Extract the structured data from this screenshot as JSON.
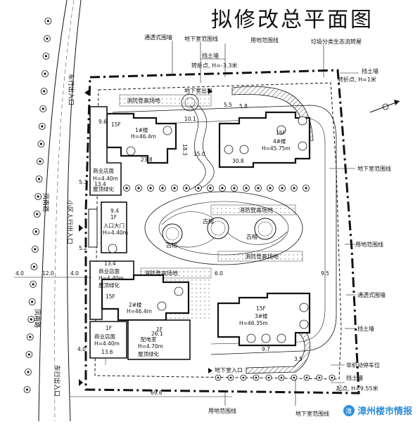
{
  "title": "拟修改总平面图",
  "labels": {
    "enclosure_top": "通透式围墙",
    "underground_line_top": "地下室范围线",
    "site_line_top": "用地范围线",
    "garbage": "垃圾分类生态流转屋",
    "retaining_top": "挡土墙",
    "turn_point_a": "转折点, H=-3.3米",
    "retaining_right_top": "挡土墙",
    "turn_point_b": "转折点, H=1米",
    "underground_exit_top": "地下室出口",
    "fire_site_top": "消防登高场地",
    "vehicle_entry_top": "车行出入口",
    "road_left": "凤南路",
    "road_left_2": "凤南路",
    "ped_entry": "小区人行出入口",
    "vehicle_entry_bottom": "车行出入口",
    "underground_line_right": "地下室范围线",
    "site_line_right": "用地范围线",
    "enclosure_right": "通透式围墙",
    "retaining_right_mid": "挡土墙",
    "bike_parking": "非机动停车位",
    "retaining_bottom": "挡土墙",
    "start_point": "起点, H=9.55米",
    "underground_entrance": "地下室入口",
    "site_line_bottom": "用地范围线",
    "underground_line_bottom": "地下室范围线",
    "fire_site_mid": "消防登高场地",
    "fire_site_low": "消防登高场地",
    "fire_site_low2": "消防登高场地",
    "tree_a": "古榕",
    "tree_b": "古榕",
    "tree_c": "古榕"
  },
  "buildings": {
    "b1": {
      "floors": "15F",
      "name": "1#楼",
      "height": "H=46.4m"
    },
    "b2": {
      "floors": "15F",
      "name": "2#楼",
      "height": "H=46.4m"
    },
    "b3": {
      "floors": "15F",
      "name": "3#楼",
      "height": "H=46.35m"
    },
    "b4": {
      "floors": "15F",
      "name": "4#楼",
      "height": "H=45.75m"
    },
    "shop_upper": {
      "name": "商业店面",
      "height": "H=4.40m",
      "roof": "屋顶绿化"
    },
    "gate": {
      "floors": "1F",
      "name": "入口大门",
      "height": "H=4.40m"
    },
    "shop_mid": {
      "name": "商业店面",
      "height": "H=4.40m",
      "roof": "屋顶绿化"
    },
    "shop_low": {
      "floors": "1F",
      "name": "商业店面",
      "height": "H=4.40m"
    },
    "power": {
      "floors": "1F",
      "name": "配电室",
      "height": "H=4.70m",
      "roof": "屋顶绿化"
    }
  },
  "dims": {
    "d_5_5": "5.5",
    "d_10_1": "10.1",
    "d_15_0": "15.0",
    "d_23_8": "23.8",
    "d_30_8": "30.8",
    "d_13_4a": "13.4",
    "d_5_3": "5.3",
    "d_9_4": "9.4",
    "d_5_2": "5.2",
    "d_13_4b": "13.4",
    "d_12_0": "12.0",
    "d_4_0a": "4.0",
    "d_4_0b": "4.0",
    "d_9_5": "9.5",
    "d_26_1": "26.1",
    "d_9_7": "9.7",
    "d_69_6": "69.6",
    "d_13_6": "13.6",
    "d_9_6": "9.6",
    "d_5_8": "5.8",
    "d_3_5": "3.5",
    "d_4_0c": "4.0",
    "d_18_3": "18.3",
    "d_6_0": "6.0"
  },
  "watermark": {
    "text": "漳州楼市情报",
    "glyph": "漳"
  },
  "colors": {
    "line": "#111111",
    "accent": "#2f8fd8"
  }
}
